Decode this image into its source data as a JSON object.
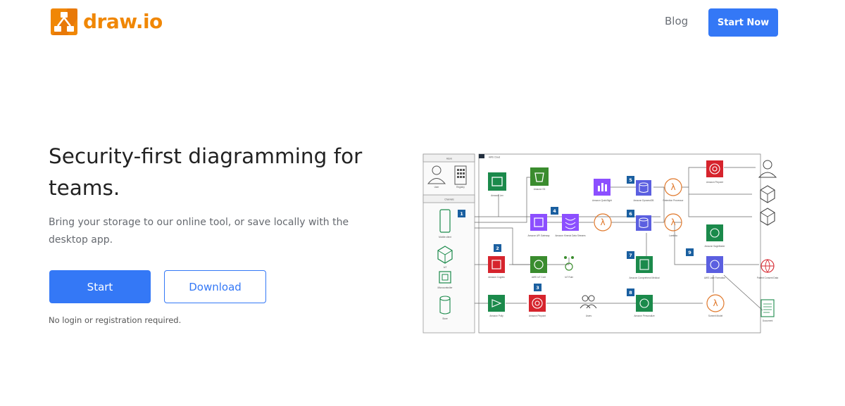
{
  "header": {
    "logo_text": "draw.io",
    "brand_color": "#f08705",
    "nav_blog": "Blog",
    "nav_start": "Start Now"
  },
  "hero": {
    "title": "Security-first diagramming for teams.",
    "subtitle": "Bring your storage to our online tool, or save locally with the desktop app.",
    "start_label": "Start",
    "download_label": "Download",
    "note": "No login or registration required.",
    "accent_color": "#3478f6"
  },
  "diagram": {
    "azure_label": "Azure",
    "channels_label": "Channels",
    "aws_cloud_label": "AWS Cloud",
    "left_nodes": [
      "User",
      "Registry",
      "Mobile client",
      "IoT",
      "Microcontroller",
      "Store"
    ],
    "badges": [
      "1",
      "2",
      "3",
      "4",
      "5",
      "6",
      "7",
      "8",
      "9"
    ],
    "nodes": [
      "Amazon Lex",
      "Amazon S3",
      "Amazon API Gateway",
      "Amazon Kinesis Data Streams",
      "Amazon Cognito",
      "AWS IoT Core",
      "IoT Rule",
      "Amazon Polly",
      "Amazon Pinpoint",
      "Users",
      "Amazon Personalize",
      "Amazon QuickSight",
      "Amazon DynamoDB",
      "Retention Processor",
      "Amazon Pinpoint",
      "Amazon SageMaker",
      "Amazon Comprehend Medical",
      "AWS Lake Formation",
      "Lambda",
      "Summit Model",
      "Patient Consent Data",
      "Document"
    ]
  }
}
